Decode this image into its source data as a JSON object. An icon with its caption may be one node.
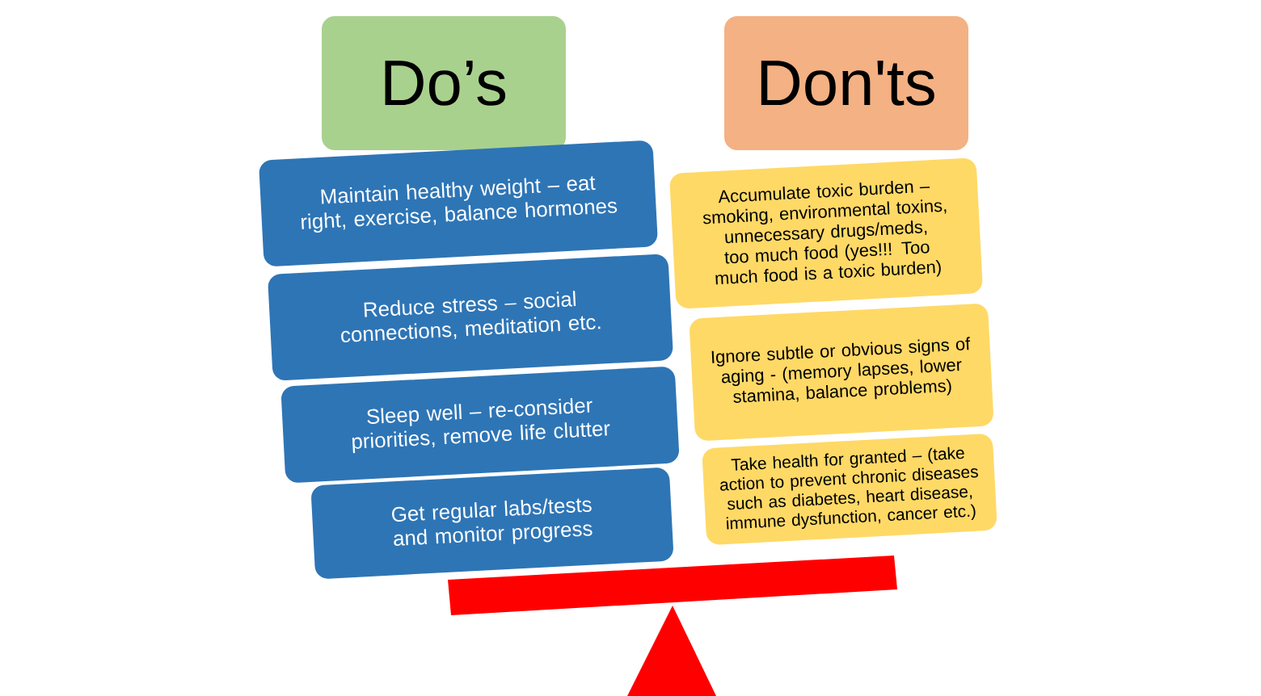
{
  "diagram": {
    "nodes": [
      {
        "text": [
          "Do’s"
        ]
      },
      {
        "text": [
          "Don'ts"
        ]
      },
      {
        "text": [
          "Maintain healthy weight – eat right, exercise, balance hormones"
        ]
      },
      {
        "text": [
          "Reduce stress – social connections, meditation etc."
        ]
      },
      {
        "text": [
          "Sleep well – re-consider priorities, remove life clutter"
        ]
      },
      {
        "text": [
          "Get regular labs/tests and monitor progress"
        ]
      },
      {
        "text": [
          "Accumulate toxic burden – smoking, environmental toxins, unnecessary drugs/meds, too much food (yes!!! Too much food is a toxic burden)"
        ]
      },
      {
        "text": [
          "Ignore subtle or obvious signs of aging - (memory lapses, lower stamina, balance problems)"
        ]
      },
      {
        "text": [
          "Take health for granted – (take action to prevent chronic diseases such as diabetes, heart disease, immune dysfunction, cancer etc.)"
        ]
      }
    ]
  }
}
